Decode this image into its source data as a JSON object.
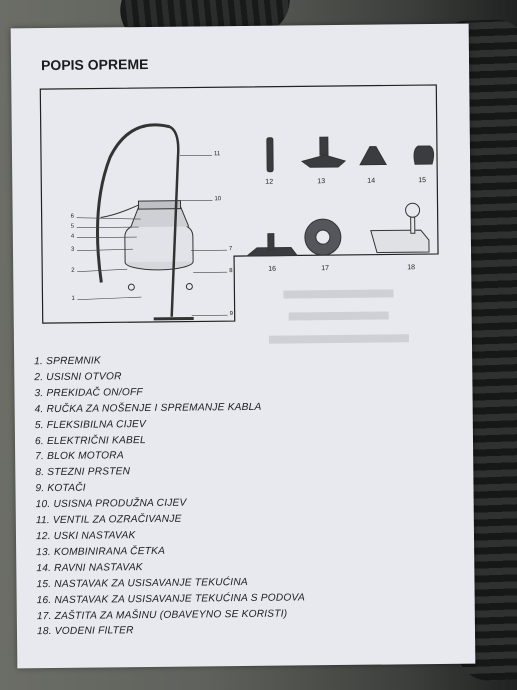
{
  "heading": "POPIS OPREME",
  "part_numbers": {
    "vacuum_left": [
      "6",
      "5",
      "4",
      "3",
      "2",
      "1"
    ],
    "vacuum_right": [
      "11",
      "10",
      "7",
      "8",
      "9"
    ],
    "accessories": [
      "12",
      "13",
      "14",
      "15",
      "16",
      "17",
      "18"
    ]
  },
  "parts": [
    "1. SPREMNIK",
    "2. USISNI OTVOR",
    "3. PREKIDAČ ON/OFF",
    "4. RUČKA ZA NOŠENJE I SPREMANJE KABLA",
    "5. FLEKSIBILNA CIJEV",
    "6. ELEKTRIČNI KABEL",
    "7. BLOK MOTORA",
    "8. STEZNI PRSTEN",
    "9. KOTAČI",
    "10. USISNA PRODUŽNA CIJEV",
    "11. VENTIL ZA OZRAČIVANJE",
    "12. USKI NASTAVAK",
    "13. KOMBINIRANA ČETKA",
    "14. RAVNI NASTAVAK",
    "15. NASTAVAK ZA USISAVANJE TEKUĆINA",
    "16. NASTAVAK ZA USISAVANJE TEKUĆINA S PODOVA",
    "17. ZAŠTITA ZA MAŠINU (OBAVEYNO SE KORISTI)",
    "18. VODENI FILTER"
  ],
  "colors": {
    "paper": "#e8e9ee",
    "ink": "#1c1d22"
  }
}
